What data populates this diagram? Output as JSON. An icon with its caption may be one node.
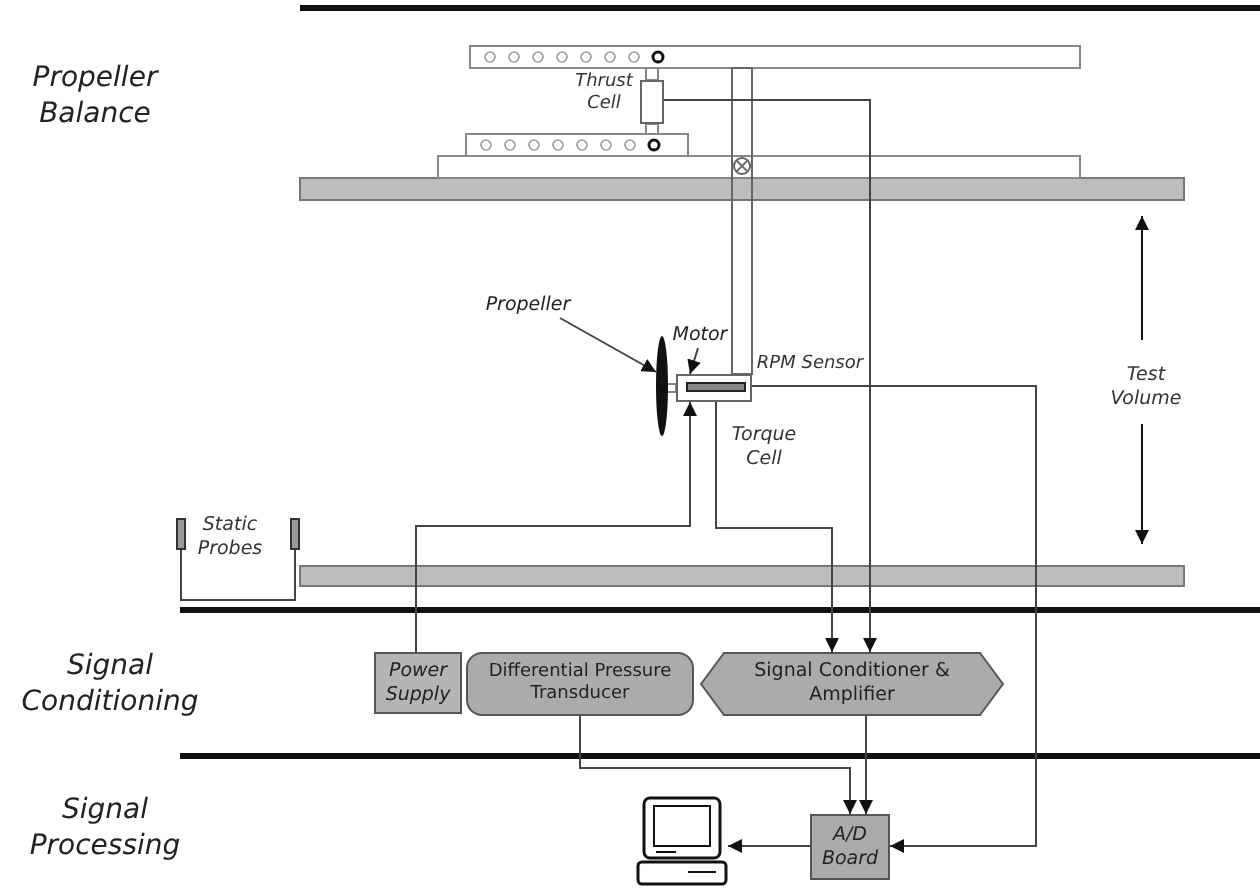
{
  "diagram": {
    "nodes": [
      {
        "text": [],
        "shape": "box",
        "beside": [
          "Thrust Cell"
        ]
      },
      {
        "text": [
          "Propeller"
        ]
      },
      {
        "text": [
          "Motor"
        ]
      },
      {
        "text": [],
        "shape": "bar"
      },
      {
        "text": [],
        "shape": "box"
      },
      {
        "text": [],
        "shape": "bar",
        "in": 4,
        "beside": [
          "RPM Sensor"
        ]
      },
      {
        "text": [],
        "shape": "bar"
      },
      {
        "text": [],
        "shape": "bar"
      },
      {
        "text": [
          "Power Supply"
        ]
      },
      {
        "text": [
          "Differential Pressure Transducer"
        ]
      },
      {
        "text": [
          "Signal Conditioner & Amplifier"
        ]
      },
      {
        "text": [],
        "shape": "computer"
      },
      {
        "text": [
          "A/D Board"
        ]
      }
    ],
    "edges": [
      {
        "from": 1,
        "to": 3,
        "arrow": "to"
      },
      {
        "from": 2,
        "to": 4,
        "arrow": "to"
      },
      {
        "from": 8,
        "to": 4,
        "arrow": "to"
      },
      {
        "from": 0,
        "to": 10,
        "arrow": "to"
      },
      {
        "from": 4,
        "to": 10,
        "arrow": "to"
      },
      {
        "from": 5,
        "to": 12,
        "arrow": "to"
      },
      {
        "from": 9,
        "to": 12,
        "arrow": "to"
      },
      {
        "from": 10,
        "to": 12,
        "arrow": "to"
      },
      {
        "from": 12,
        "to": 11,
        "arrow": "to"
      },
      {
        "from": 6,
        "to": 7,
        "arrow": "none"
      }
    ],
    "labels": [
      "Propeller Balance",
      "Torque Cell",
      "Static Probes",
      "Test Volume",
      "Signal Conditioning",
      "Signal Processing"
    ]
  }
}
